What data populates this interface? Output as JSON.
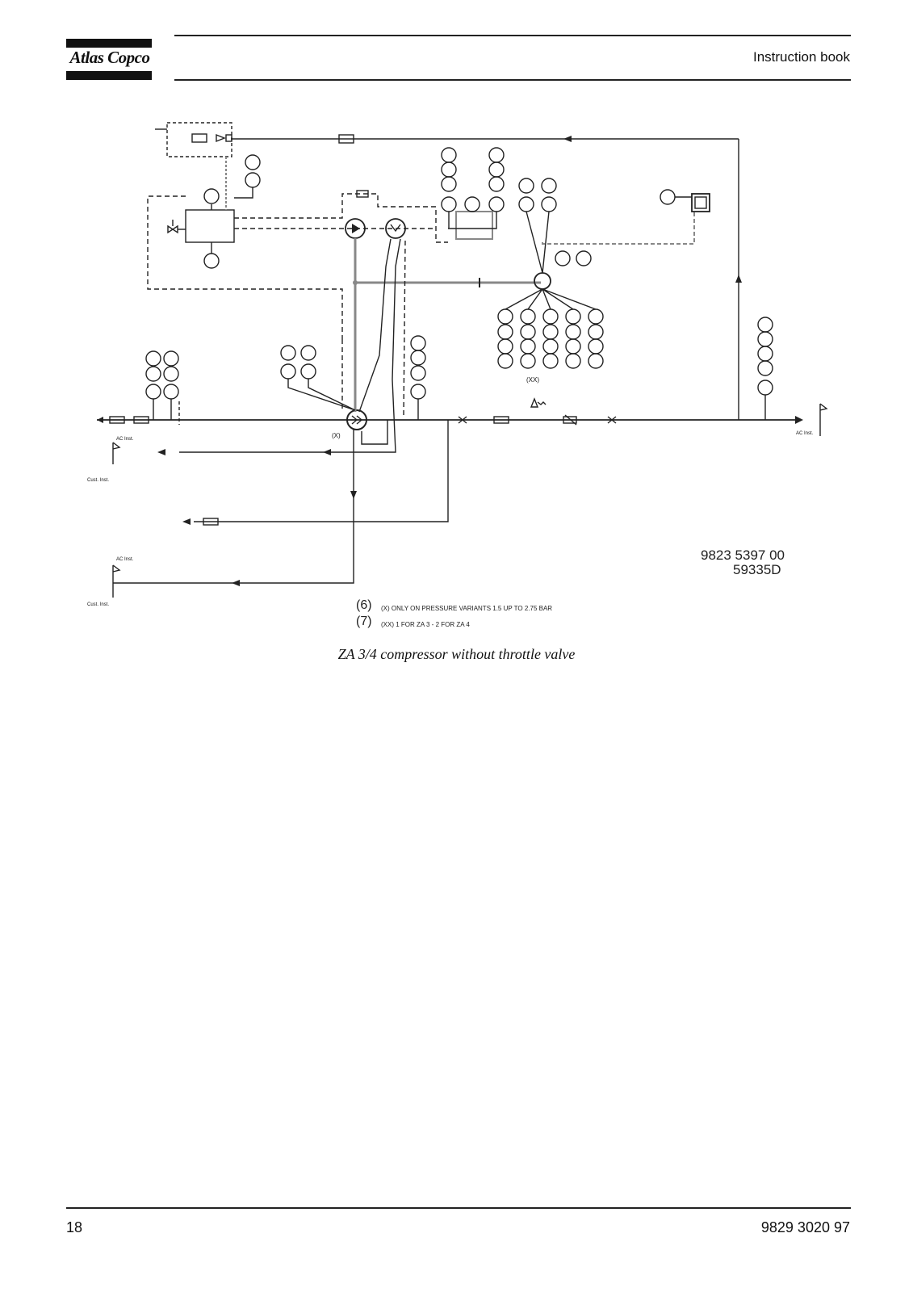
{
  "header": {
    "brand": "Atlas Copco",
    "title": "Instruction book"
  },
  "diagram": {
    "drawing_number": "9823 5397 00",
    "drawing_ref": "59335D",
    "notes": [
      {
        "num": "(6)",
        "text": "(X)  ONLY ON PRESSURE VARIANTS 1.5 UP TO 2.75 BAR"
      },
      {
        "num": "(7)",
        "text": "(XX)  1 FOR ZA 3 - 2 FOR ZA 4"
      }
    ],
    "markers": {
      "x_marker": "(X)",
      "xx_marker": "(XX)"
    },
    "labels": {
      "ac_inst": "AC Inst.",
      "cust_inst": "Cust. Inst."
    },
    "caption": "ZA 3/4 compressor without throttle valve"
  },
  "footer": {
    "page_number": "18",
    "document_number": "9829 3020 97"
  }
}
